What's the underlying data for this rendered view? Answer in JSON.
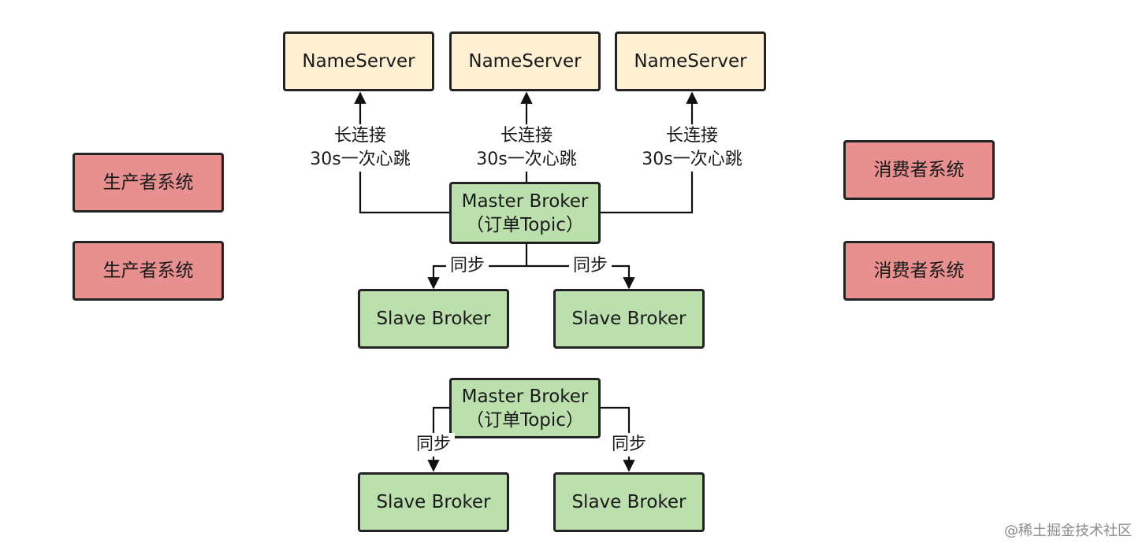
{
  "name_servers": [
    "NameServer",
    "NameServer",
    "NameServer"
  ],
  "heartbeat_label": {
    "line1": "长连接",
    "line2": "30s一次心跳"
  },
  "producers": [
    "生产者系统",
    "生产者系统"
  ],
  "consumers": [
    "消费者系统",
    "消费者系统"
  ],
  "master_top": {
    "line1": "Master Broker",
    "line2": "（订单Topic）"
  },
  "master_bottom": {
    "line1": "Master Broker",
    "line2": "（订单Topic）"
  },
  "slaves_top": [
    "Slave Broker",
    "Slave Broker"
  ],
  "slaves_bottom": [
    "Slave Broker",
    "Slave Broker"
  ],
  "sync_label": "同步",
  "watermark": "@稀土掘金技术社区",
  "colors": {
    "nameserver": "#fdf0d3",
    "broker": "#bcdfae",
    "client": "#e8908f",
    "border": "#222222"
  }
}
